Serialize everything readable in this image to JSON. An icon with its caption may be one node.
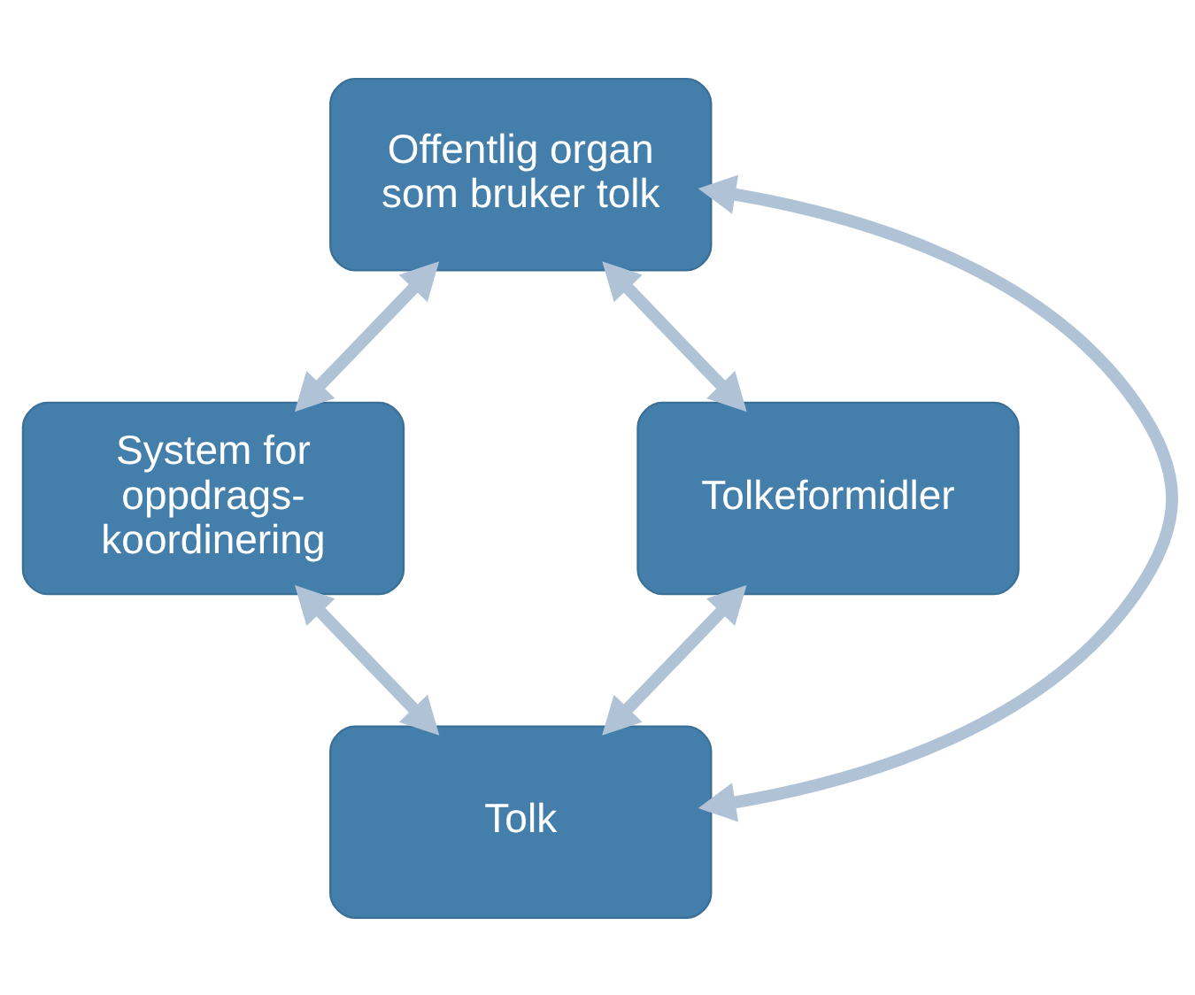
{
  "diagram": {
    "nodes": [
      {
        "text": [
          "Offentlig organ som bruker tolk"
        ]
      },
      {
        "text": [
          "System for oppdrags- koordinering"
        ]
      },
      {
        "text": [
          "Tolkeformidler"
        ]
      },
      {
        "text": [
          "Tolk"
        ]
      }
    ],
    "edges": [
      {
        "from": 0,
        "to": 1,
        "arrow": "both"
      },
      {
        "from": 0,
        "to": 2,
        "arrow": "both"
      },
      {
        "from": 0,
        "to": 3,
        "arrow": "both"
      },
      {
        "from": 1,
        "to": 3,
        "arrow": "both"
      },
      {
        "from": 2,
        "to": 3,
        "arrow": "both"
      }
    ]
  }
}
